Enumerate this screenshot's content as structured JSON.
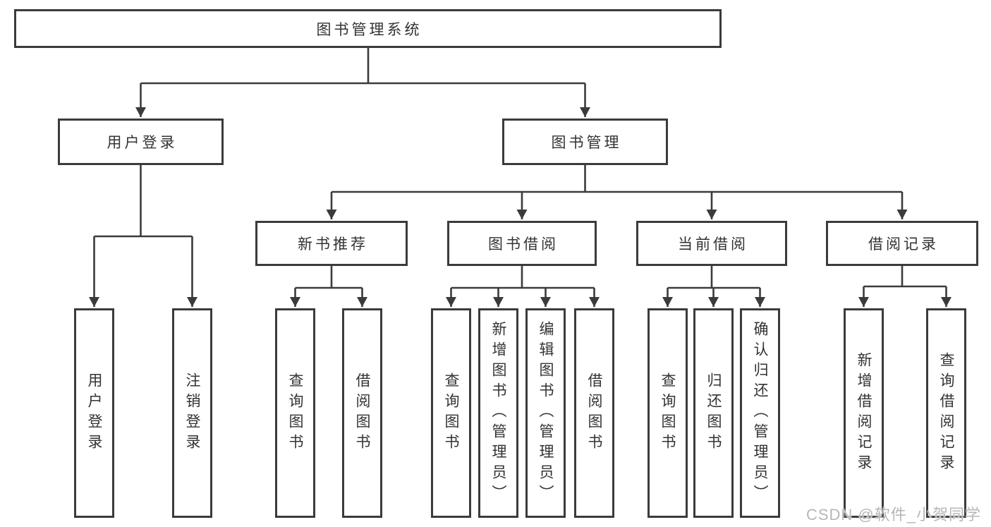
{
  "diagram": {
    "root": {
      "label": "图书管理系统"
    },
    "level2": [
      {
        "label": "用户登录"
      },
      {
        "label": "图书管理"
      }
    ],
    "level3": [
      {
        "label": "新书推荐"
      },
      {
        "label": "图书借阅"
      },
      {
        "label": "当前借阅"
      },
      {
        "label": "借阅记录"
      }
    ],
    "leaves": [
      {
        "label": "用户登录"
      },
      {
        "label": "注销登录"
      },
      {
        "label": "查询图书"
      },
      {
        "label": "借阅图书"
      },
      {
        "label": "查询图书"
      },
      {
        "label": "新增图书（管理员）"
      },
      {
        "label": "编辑图书（管理员）"
      },
      {
        "label": "借阅图书"
      },
      {
        "label": "查询图书"
      },
      {
        "label": "归还图书"
      },
      {
        "label": "确认归还（管理员）"
      },
      {
        "label": "新增借阅记录"
      },
      {
        "label": "查询借阅记录"
      }
    ],
    "watermark": "CSDN @软件_小贺同学",
    "colors": {
      "line": "#3b3b3b",
      "text": "#333333",
      "watermark": "#b7b7b7",
      "background": "#ffffff"
    }
  }
}
